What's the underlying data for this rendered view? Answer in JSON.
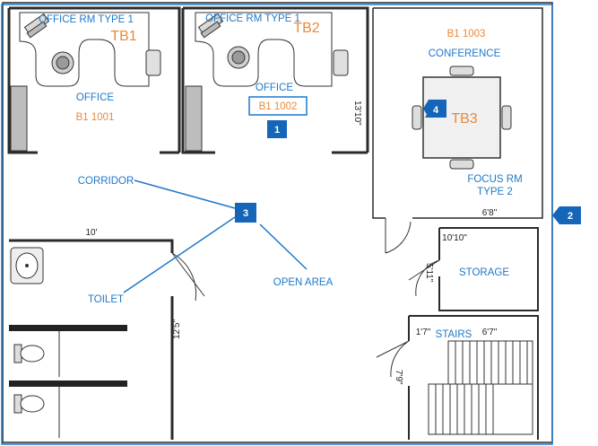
{
  "rooms": {
    "office_left_type": "OFFICE RM TYPE 1",
    "office_left_tb": "TB1",
    "office_left_name": "OFFICE",
    "office_left_num": "B1 1001",
    "office_mid_type": "OFFICE RM TYPE 1",
    "office_mid_tb": "TB2",
    "office_mid_name": "OFFICE",
    "office_mid_num": "B1 1002",
    "conf_num": "B1 1003",
    "conf_name": "CONFERENCE",
    "conf_tb": "TB3",
    "focus_line1": "FOCUS RM",
    "focus_line2": "TYPE 2",
    "corridor": "CORRIDOR",
    "open_area": "OPEN AREA",
    "toilet": "TOILET",
    "storage": "STORAGE",
    "stairs": "STAIRS"
  },
  "dimensions": {
    "d_13_10": "13'10\"",
    "d_6_8": "6'8\"",
    "d_10": "10'",
    "d_10_10": "10'10\"",
    "d_5_11": "5'11\"",
    "d_12_5": "12'5\"",
    "d_1_7": "1'7\"",
    "d_6_7": "6'7\"",
    "d_7_9": "7'9\""
  },
  "callouts": {
    "c1": "1",
    "c2": "2",
    "c3": "3",
    "c4": "4"
  },
  "colors": {
    "label_blue": "#1f78c8",
    "label_orange": "#e8893a",
    "callout_fill": "#1565b8",
    "wall": "#2b2b2b"
  }
}
